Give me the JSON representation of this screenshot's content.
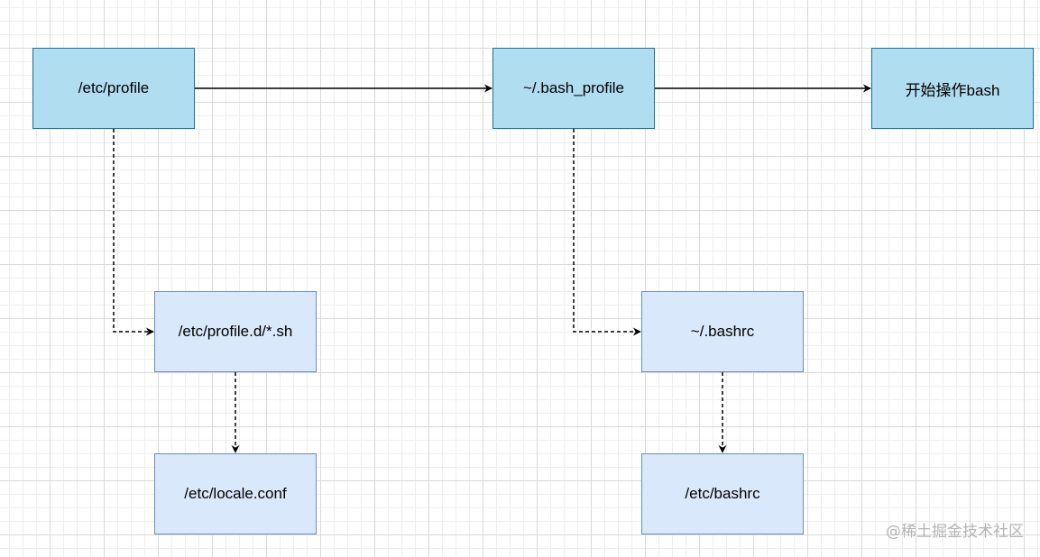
{
  "diagram": {
    "nodes": {
      "etc_profile": "/etc/profile",
      "bash_profile": "~/.bash_profile",
      "start_bash": "开始操作bash",
      "profile_d": "/etc/profile.d/*.sh",
      "bashrc_home": "~/.bashrc",
      "locale_conf": "/etc/locale.conf",
      "etc_bashrc": "/etc/bashrc"
    },
    "edges": [
      {
        "from": "/etc/profile",
        "to": "~/.bash_profile",
        "style": "solid"
      },
      {
        "from": "~/.bash_profile",
        "to": "开始操作bash",
        "style": "solid"
      },
      {
        "from": "/etc/profile",
        "to": "/etc/profile.d/*.sh",
        "style": "dashed"
      },
      {
        "from": "/etc/profile.d/*.sh",
        "to": "/etc/locale.conf",
        "style": "dashed"
      },
      {
        "from": "~/.bash_profile",
        "to": "~/.bashrc",
        "style": "dashed"
      },
      {
        "from": "~/.bashrc",
        "to": "/etc/bashrc",
        "style": "dashed"
      }
    ],
    "colors": {
      "primary_fill": "#b1ddf0",
      "primary_stroke": "#10739e",
      "secondary_fill": "#dae8fc",
      "secondary_stroke": "#6c8ebf"
    }
  },
  "watermark": "@稀土掘金技术社区"
}
